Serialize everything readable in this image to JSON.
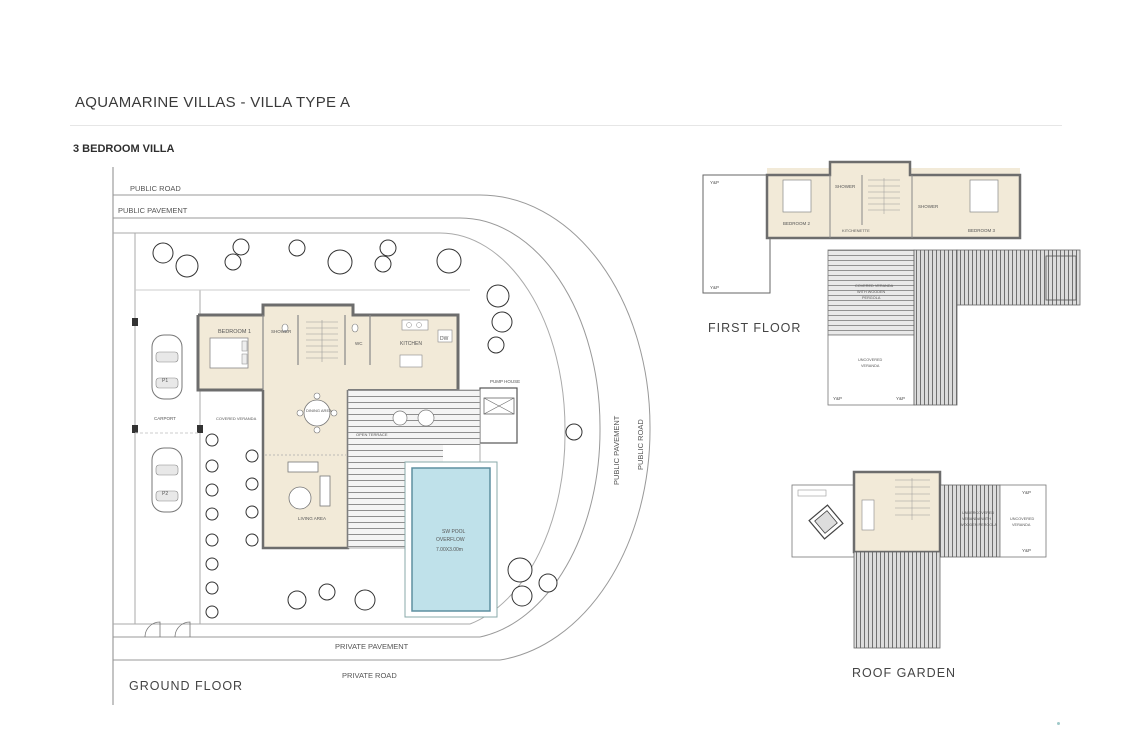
{
  "page": {
    "title": "AQUAMARINE VILLAS - VILLA TYPE A",
    "subtitle": "3 BEDROOM VILLA"
  },
  "ground_floor": {
    "caption": "GROUND FLOOR",
    "site_labels": {
      "public_road": "PUBLIC ROAD",
      "public_pavement": "PUBLIC  PAVEMENT",
      "public_pavement_vertical": "PUBLIC  PAVEMENT",
      "public_road_vertical": "PUBLIC  ROAD",
      "private_pavement": "PRIVATE  PAVEMENT",
      "private_road": "PRIVATE  ROAD"
    },
    "rooms": {
      "bedroom": "BEDROOM  1",
      "shower": "SHOWER",
      "wc": "WC",
      "kitchen": "KITCHEN",
      "dw": "DW",
      "pump_house": "PUMP HOUSE",
      "carport": "CARPORT",
      "covered_veranda": "COVERED VERANDA",
      "dining_area": "DINING AREA",
      "open_terrace": "OPEN TERRACE",
      "living_area": "LIVING AREA",
      "pool_line1": "SW POOL",
      "pool_line2": "OVERFLOW",
      "pool_area": "7.00X3.00m"
    },
    "cars": [
      "P1",
      "P2"
    ]
  },
  "first_floor": {
    "caption": "FIRST FLOOR",
    "rooms": {
      "bedroom2": "BEDROOM 2",
      "bedroom3": "BEDROOM 3",
      "shower": "SHOWER",
      "shower2": "SHOWER",
      "kitchenette": "KITCHENETTE",
      "covered_veranda_line1": "COVERED VERANDA",
      "covered_veranda_line2": "WITH WOODEN",
      "covered_veranda_line3": "PERGOLA",
      "uncovered_veranda_line1": "UNCOVERED",
      "uncovered_veranda_line2": "VERANDA",
      "ysp": "Y&P"
    }
  },
  "roof_garden": {
    "caption": "ROOF GARDEN",
    "rooms": {
      "covered_line1": "UNDERCOVERED",
      "covered_line2": "VERANDA WITH",
      "covered_line3": "WOODEN PERGOLA",
      "uncovered_line1": "UNCOVERED",
      "uncovered_line2": "VERANDA",
      "ysp": "Y&P"
    }
  },
  "colors": {
    "interior": "#f2ead8",
    "pool_water": "#bfe1ea",
    "pool_edge": "#5e8fa0",
    "wall": "#6d6d6d",
    "deck": "#8f8f8f",
    "line": "#9a9a9a"
  }
}
